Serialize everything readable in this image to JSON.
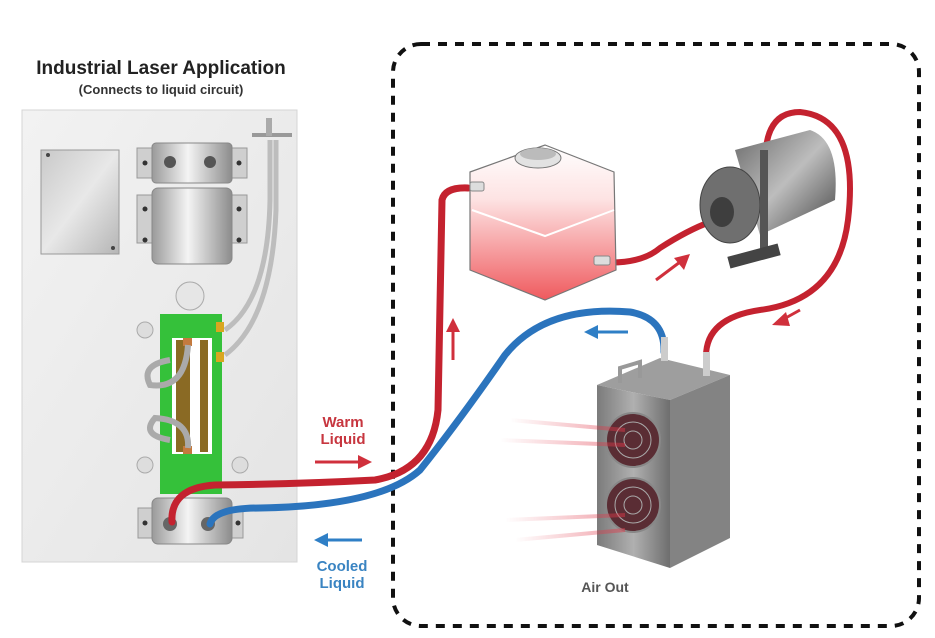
{
  "laser": {
    "title": "Industrial Laser Application",
    "subtitle": "(Connects to liquid circuit)"
  },
  "labels": {
    "warm": [
      "Warm",
      "Liquid"
    ],
    "cooled": [
      "Cooled",
      "Liquid"
    ],
    "air_out": "Air Out"
  },
  "colors": {
    "warm": "#d0303c",
    "cooled": "#2f7fc6",
    "boundary": "#111111",
    "laser_block": "#35c13a",
    "panel": "#ececec"
  },
  "components": [
    {
      "name": "reservoir",
      "label": "Coolant reservoir"
    },
    {
      "name": "pump",
      "label": "Pump"
    },
    {
      "name": "radiator",
      "label": "Radiator with fans"
    }
  ]
}
